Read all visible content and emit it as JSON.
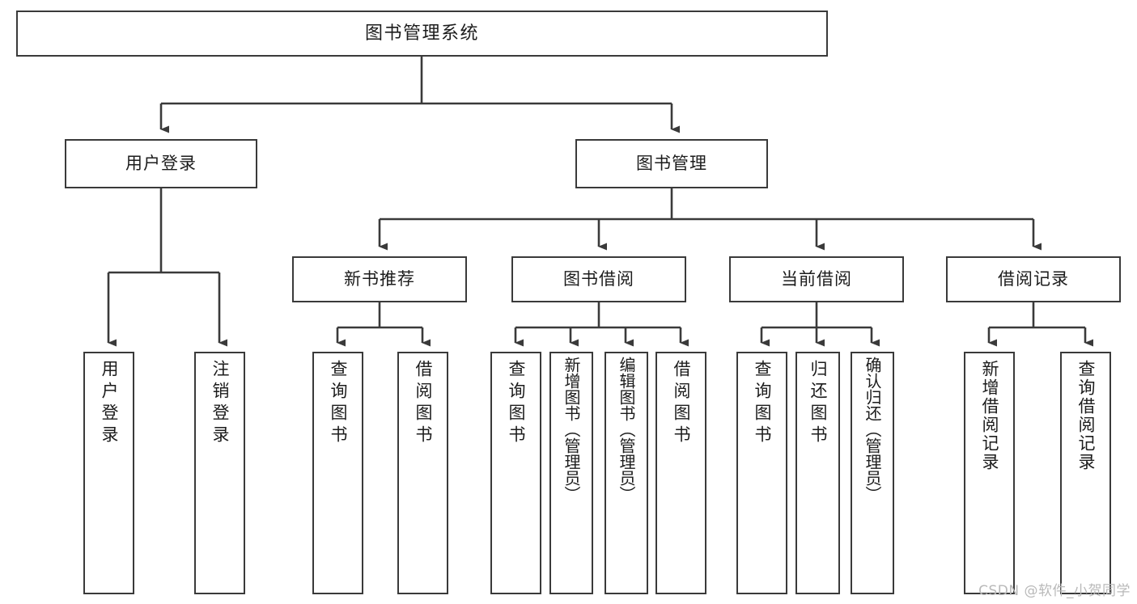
{
  "diagram": {
    "type": "tree-hierarchy-chart",
    "title": "图书管理系统",
    "line_color": "#3a3a3a",
    "background": "#ffffff",
    "text_color": "#1c1c1c",
    "levels": {
      "root": "图书管理系统",
      "level1": [
        "用户登录",
        "图书管理"
      ],
      "level2": [
        "新书推荐",
        "图书借阅",
        "当前借阅",
        "借阅记录"
      ]
    },
    "nodes": {
      "root": {
        "label": "图书管理系统"
      },
      "user_login": {
        "label": "用户登录"
      },
      "book_manage": {
        "label": "图书管理"
      },
      "new_book_rec": {
        "label": "新书推荐"
      },
      "book_borrow": {
        "label": "图书借阅"
      },
      "current_borrow": {
        "label": "当前借阅"
      },
      "borrow_record": {
        "label": "借阅记录"
      },
      "leaf_user_login": {
        "label": "用户登录"
      },
      "leaf_logout": {
        "label": "注销登录"
      },
      "leaf_query_book_1": {
        "label": "查询图书"
      },
      "leaf_borrow_book_1": {
        "label": "借阅图书"
      },
      "leaf_query_book_2": {
        "label": "查询图书"
      },
      "leaf_add_book": {
        "label": "新增图书（管理员）"
      },
      "leaf_edit_book": {
        "label": "编辑图书（管理员）"
      },
      "leaf_borrow_book_2": {
        "label": "借阅图书"
      },
      "leaf_query_book_3": {
        "label": "查询图书"
      },
      "leaf_return_book": {
        "label": "归还图书"
      },
      "leaf_confirm_return": {
        "label": "确认归还（管理员）"
      },
      "leaf_add_record": {
        "label": "新增借阅记录"
      },
      "leaf_query_record": {
        "label": "查询借阅记录"
      }
    },
    "edges": [
      {
        "from": "图书管理系统",
        "to": "用户登录"
      },
      {
        "from": "图书管理系统",
        "to": "图书管理"
      },
      {
        "from": "用户登录",
        "to": "用户登录"
      },
      {
        "from": "用户登录",
        "to": "注销登录"
      },
      {
        "from": "图书管理",
        "to": "新书推荐"
      },
      {
        "from": "图书管理",
        "to": "图书借阅"
      },
      {
        "from": "图书管理",
        "to": "当前借阅"
      },
      {
        "from": "图书管理",
        "to": "借阅记录"
      },
      {
        "from": "新书推荐",
        "to": "查询图书"
      },
      {
        "from": "新书推荐",
        "to": "借阅图书"
      },
      {
        "from": "图书借阅",
        "to": "查询图书"
      },
      {
        "from": "图书借阅",
        "to": "新增图书（管理员）"
      },
      {
        "from": "图书借阅",
        "to": "编辑图书（管理员）"
      },
      {
        "from": "图书借阅",
        "to": "借阅图书"
      },
      {
        "from": "当前借阅",
        "to": "查询图书"
      },
      {
        "from": "当前借阅",
        "to": "归还图书"
      },
      {
        "from": "当前借阅",
        "to": "确认归还（管理员）"
      },
      {
        "from": "借阅记录",
        "to": "新增借阅记录"
      },
      {
        "from": "借阅记录",
        "to": "查询借阅记录"
      }
    ]
  },
  "watermark": {
    "text": "CSDN @软件_小贺同学"
  }
}
